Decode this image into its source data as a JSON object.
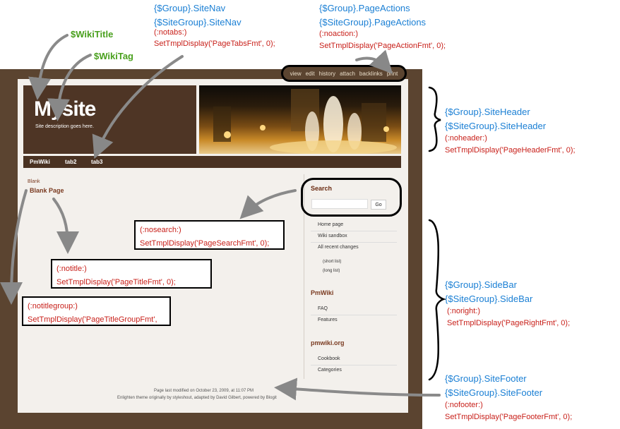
{
  "labels": {
    "wiki_title": "$WikiTitle",
    "wiki_tag": "$WikiTag",
    "sitenav": {
      "group": "{$Group}.SiteNav",
      "sitegroup": "{$SiteGroup}.SiteNav",
      "directive": "(:notabs:)",
      "call": "SetTmplDisplay('PageTabsFmt', 0);"
    },
    "pageactions": {
      "group": "{$Group}.PageActions",
      "sitegroup": "{$SiteGroup}.PageActions",
      "directive": "(:noaction:)",
      "call": "SetTmplDisplay('PageActionFmt', 0);"
    },
    "siteheader": {
      "group": "{$Group}.SiteHeader",
      "sitegroup": "{$SiteGroup}.SiteHeader",
      "directive": "(:noheader:)",
      "call": "SetTmplDisplay('PageHeaderFmt', 0);"
    },
    "sidebar": {
      "group": "{$Group}.SideBar",
      "sitegroup": "{$SiteGroup}.SideBar",
      "directive": "(:noright:)",
      "call": "SetTmplDisplay('PageRightFmt', 0);"
    },
    "sitefooter": {
      "group": "{$Group}.SiteFooter",
      "sitegroup": "{$SiteGroup}.SiteFooter",
      "directive": "(:nofooter:)",
      "call": "SetTmplDisplay('PageFooterFmt', 0);"
    },
    "search_box": {
      "directive": "(:nosearch:)",
      "call": "SetTmplDisplay('PageSearchFmt', 0);"
    },
    "title_box": {
      "directive": "(:notitle:)",
      "call": "SetTmplDisplay('PageTitleFmt', 0);"
    },
    "titlegroup_box": {
      "directive": "(:notitlegroup:)",
      "call": "SetTmplDisplay('PageTitleGroupFmt',"
    }
  },
  "mock_page": {
    "actions": [
      "view",
      "edit",
      "history",
      "attach",
      "backlinks",
      "print"
    ],
    "site_title": "Mysite",
    "site_description": "Site description goes here.",
    "tabs": [
      "PmWiki",
      "tab2",
      "tab3"
    ],
    "breadcrumb": "Blank",
    "page_title": "Blank Page",
    "search": {
      "title": "Search",
      "button": "Go"
    },
    "sidebar_links_1": [
      "Home page",
      "Wiki sandbox",
      "All recent changes"
    ],
    "sidebar_sublinks": [
      "(short list)",
      "(long list)"
    ],
    "sidebar_head_2": "PmWiki",
    "sidebar_links_2": [
      "FAQ",
      "Features"
    ],
    "sidebar_head_3": "pmwiki.org",
    "sidebar_links_3": [
      "Cookbook",
      "Categories"
    ],
    "footer_line_1": "Page last modified on October 23, 2009, at 11:07 PM",
    "footer_line_2": "Enlighten theme originally by styleshout, adapted by David Gilbert, powered by Blogit"
  },
  "colors": {
    "frame": "#5b4430",
    "header": "#4e3525",
    "label_blue": "#1a7fd4",
    "label_red": "#c8201a",
    "label_green": "#4aa01e",
    "page_bg": "#f3f0ec"
  }
}
